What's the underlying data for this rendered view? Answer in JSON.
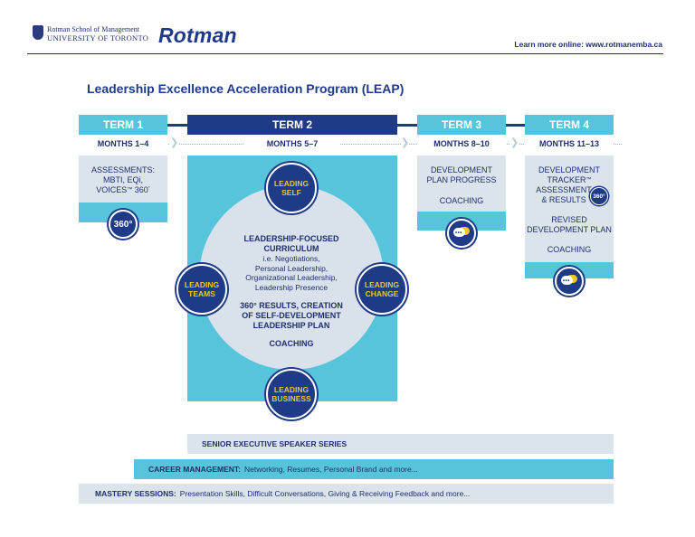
{
  "header": {
    "institution_line1": "Rotman School of Management",
    "institution_line2": "UNIVERSITY OF TORONTO",
    "logo_text": "Rotman",
    "learn_more": "Learn more online: www.rotmanemba.ca"
  },
  "title": "Leadership Excellence Acceleration Program (LEAP)",
  "terms": [
    {
      "label": "TERM 1",
      "months": "MONTHS 1–4"
    },
    {
      "label": "TERM 2",
      "months": "MONTHS 5–7"
    },
    {
      "label": "TERM 3",
      "months": "MONTHS 8–10"
    },
    {
      "label": "TERM 4",
      "months": "MONTHS 11–13"
    }
  ],
  "term1": {
    "line1": "ASSESSMENTS:",
    "line2": "MBTI, EQi,",
    "line3": "VOICES",
    "tm": "™",
    "line3b": " 360",
    "line3c": "˚",
    "badge": "360°"
  },
  "term2": {
    "nodes": {
      "self": [
        "LEADING",
        "SELF"
      ],
      "teams": [
        "LEADING",
        "TEAMS"
      ],
      "change": [
        "LEADING",
        "CHANGE"
      ],
      "business": [
        "LEADING",
        "BUSINESS"
      ]
    },
    "curriculum_head1": "LEADERSHIP-FOCUSED",
    "curriculum_head2": "CURRICULUM",
    "curriculum_lines": [
      "i.e. Negotiations,",
      "Personal Leadership,",
      "Organizational Leadership,",
      "Leadership Presence"
    ],
    "results_lines": [
      "360° RESULTS, CREATION",
      "OF SELF-DEVELOPMENT",
      "LEADERSHIP PLAN"
    ],
    "coaching": "COACHING"
  },
  "term3": {
    "line1": "DEVELOPMENT",
    "line2": "PLAN PROGRESS",
    "coaching": "COACHING"
  },
  "term4": {
    "line1": "DEVELOPMENT",
    "line2": "TRACKER",
    "tm": "™",
    "line3": "ASSESSMENT",
    "line4": "& RESULTS",
    "badge": "360°",
    "line5": "REVISED",
    "line6": "DEVELOPMENT PLAN",
    "coaching": "COACHING"
  },
  "bars": {
    "speaker": {
      "label": "SENIOR EXECUTIVE SPEAKER SERIES",
      "text": ""
    },
    "career": {
      "label": "CAREER MANAGEMENT:",
      "text": "Networking, Resumes, Personal Brand and more..."
    },
    "mastery": {
      "label": "MASTERY SESSIONS:",
      "text": "Presentation Skills, Difficult Conversations, Giving & Receiving Feedback and more..."
    }
  },
  "colors": {
    "navy": "#1f3b87",
    "cyan": "#56c5dc",
    "light_gray": "#dbe4eb",
    "yellow": "#f2c81e"
  }
}
